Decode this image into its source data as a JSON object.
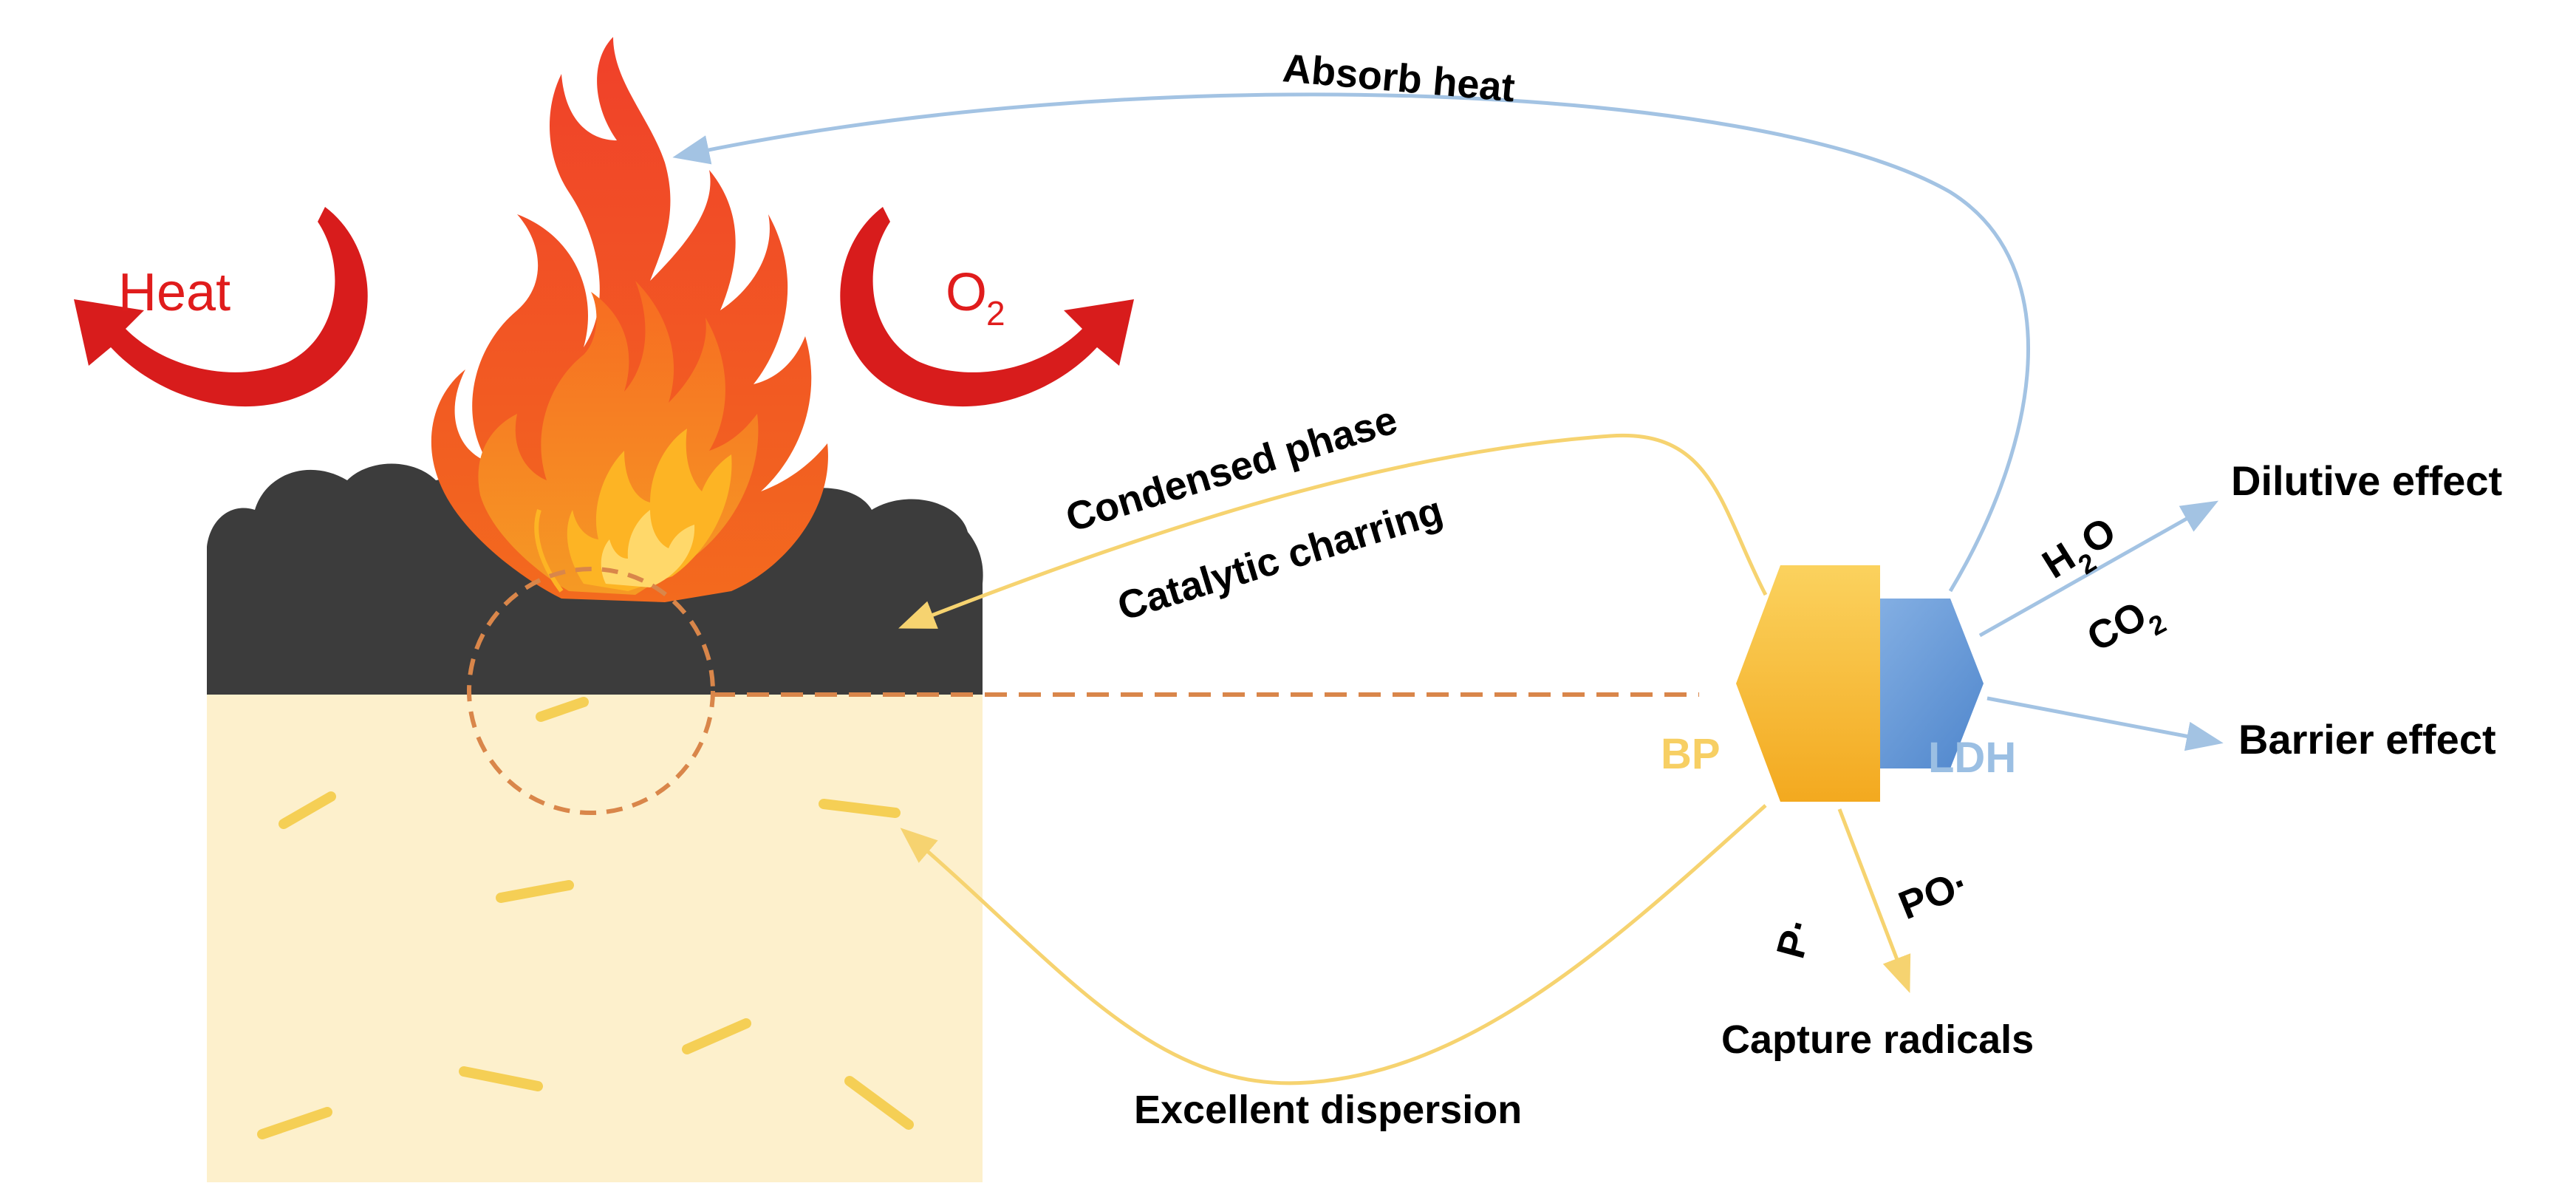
{
  "labels": {
    "heat": "Heat",
    "o2_main": "O",
    "o2_sub": "2",
    "absorb_heat": "Absorb heat",
    "condensed_phase": "Condensed phase",
    "catalytic_charring": "Catalytic charring",
    "h2o_h": "H",
    "h2o_sub": "2",
    "h2o_o": "O",
    "co2_main": "CO",
    "co2_sub": "2",
    "dilutive_effect": "Dilutive effect",
    "barrier_effect": "Barrier effect",
    "bp": "BP",
    "ldh": "LDH",
    "p_radical": "P·",
    "po_radical": "PO·",
    "capture_radicals": "Capture radicals",
    "excellent_dispersion": "Excellent dispersion"
  },
  "colors": {
    "heat_red": "#e01c1c",
    "heat_arrow": "#d81c1c",
    "char": "#3c3c3c",
    "matrix": "#fdf0cc",
    "filler": "#f5cf55",
    "dashed": "#d9864a",
    "bp_yellow": "#f6bb30",
    "bp_label": "#f7cf63",
    "ldh_blue": "#6f9fd8",
    "ldh_label": "#9bbfe3",
    "arrow_blue": "#a3c3e3",
    "arrow_yellow": "#f6d370",
    "flame_outer": "#f0462a",
    "flame_mid": "#f7731f",
    "flame_inner": "#fdb424",
    "text_dark": "#000000"
  },
  "icons": [
    "flame-icon",
    "heat-curved-arrow-icon",
    "o2-curved-arrow-icon",
    "bp-hexagon-icon",
    "ldh-hexagon-icon"
  ]
}
